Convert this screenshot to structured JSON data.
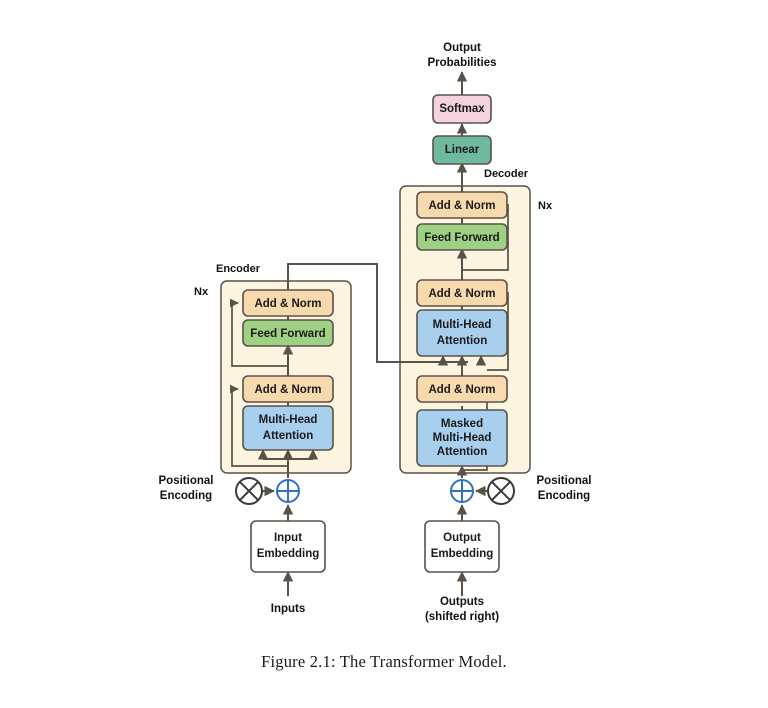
{
  "figure": {
    "caption": "Figure 2.1: The Transformer Model.",
    "top_label_line1": "Output",
    "top_label_line2": "Probabilities"
  },
  "colors": {
    "add_norm": "#f7d9ae",
    "feed_forward": "#9fd184",
    "attention": "#a9cfee",
    "softmax": "#f4d2de",
    "linear": "#6fba9f",
    "embedding": "#ffffff",
    "group_fill": "#fdf5e0",
    "stroke": "#5a5248",
    "plus_accent": "#2f72c4",
    "background": "#ffffff"
  },
  "encoder": {
    "group_label": "Encoder",
    "repeat_label": "Nx",
    "blocks": [
      {
        "id": "enc-add-norm-2",
        "label": "Add & Norm",
        "kind": "add_norm"
      },
      {
        "id": "enc-feed-forward",
        "label": "Feed Forward",
        "kind": "feed_forward"
      },
      {
        "id": "enc-add-norm-1",
        "label": "Add & Norm",
        "kind": "add_norm"
      },
      {
        "id": "enc-multi-head-attention",
        "label_line1": "Multi-Head",
        "label_line2": "Attention",
        "kind": "attention"
      }
    ],
    "positional_encoding_label_line1": "Positional",
    "positional_encoding_label_line2": "Encoding",
    "embedding_label_line1": "Input",
    "embedding_label_line2": "Embedding",
    "source_label": "Inputs",
    "add_icon": "circle-plus-icon",
    "pe_icon": "circle-times-icon"
  },
  "decoder": {
    "group_label": "Decoder",
    "repeat_label": "Nx",
    "blocks": [
      {
        "id": "dec-add-norm-3",
        "label": "Add & Norm",
        "kind": "add_norm"
      },
      {
        "id": "dec-feed-forward",
        "label": "Feed Forward",
        "kind": "feed_forward"
      },
      {
        "id": "dec-add-norm-2",
        "label": "Add & Norm",
        "kind": "add_norm"
      },
      {
        "id": "dec-multi-head-attention",
        "label_line1": "Multi-Head",
        "label_line2": "Attention",
        "kind": "attention"
      },
      {
        "id": "dec-add-norm-1",
        "label": "Add & Norm",
        "kind": "add_norm"
      },
      {
        "id": "dec-masked-multi-head-attention",
        "label_line1": "Masked",
        "label_line2": "Multi-Head",
        "label_line3": "Attention",
        "kind": "attention"
      }
    ],
    "positional_encoding_label_line1": "Positional",
    "positional_encoding_label_line2": "Encoding",
    "embedding_label_line1": "Output",
    "embedding_label_line2": "Embedding",
    "source_label_line1": "Outputs",
    "source_label_line2": "(shifted right)",
    "add_icon": "circle-plus-icon",
    "pe_icon": "circle-times-icon"
  },
  "head": {
    "linear_label": "Linear",
    "softmax_label": "Softmax"
  }
}
